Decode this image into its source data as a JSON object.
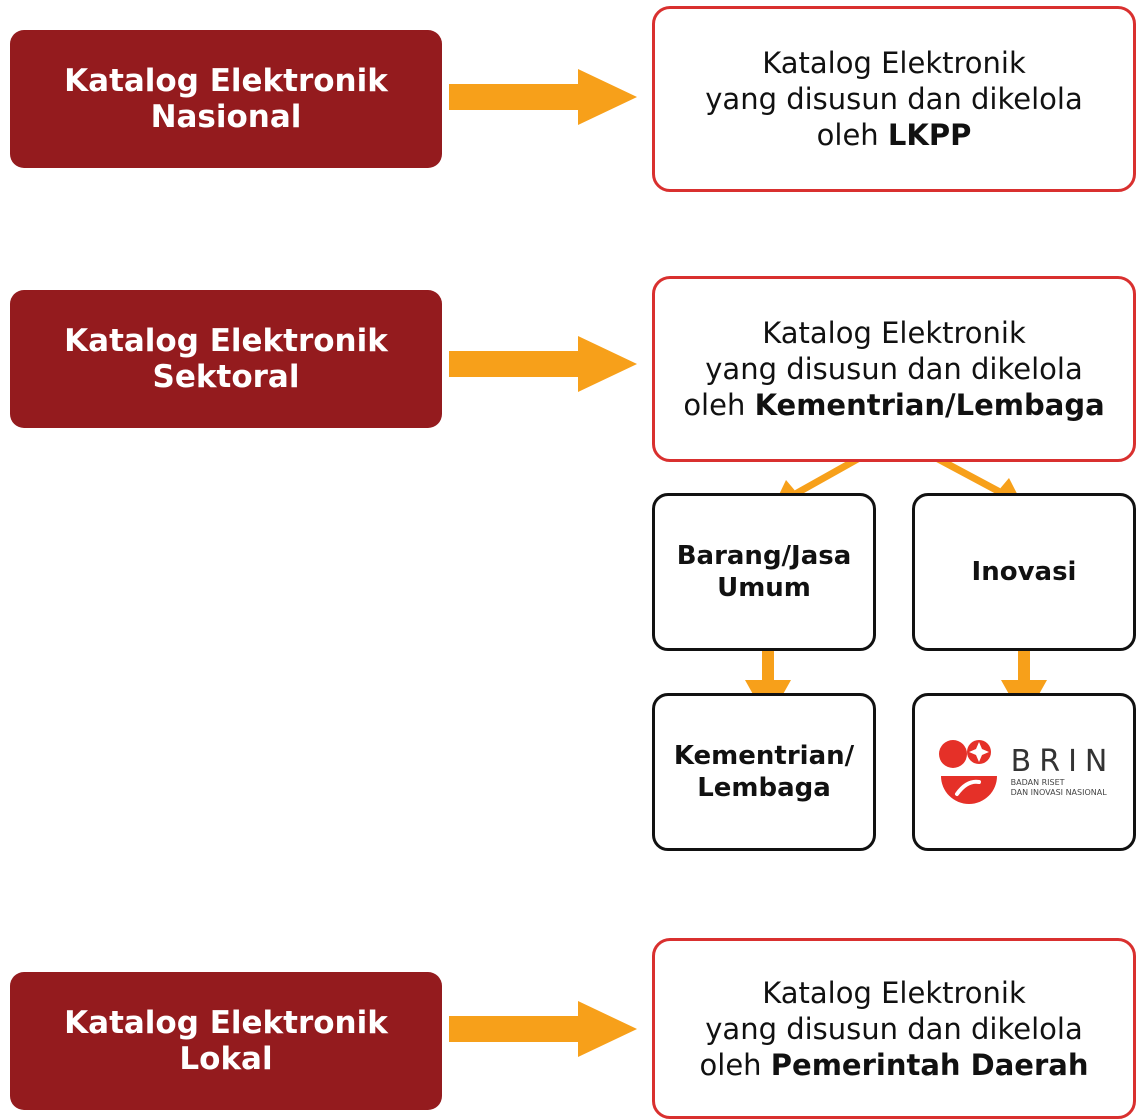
{
  "rows": [
    {
      "source": [
        "Katalog Elektronik",
        "Nasional"
      ],
      "target": {
        "line1": "Katalog Elektronik",
        "line2": "yang disusun dan dikelola",
        "line3_prefix": "oleh ",
        "line3_bold": "LKPP"
      }
    },
    {
      "source": [
        "Katalog Elektronik",
        "Sektoral"
      ],
      "target": {
        "line1": "Katalog Elektronik",
        "line2": "yang disusun dan dikelola",
        "line3_prefix": "oleh ",
        "line3_bold": "Kementrian/Lembaga"
      }
    },
    {
      "source": [
        "Katalog Elektronik",
        "Lokal"
      ],
      "target": {
        "line1": "Katalog Elektronik",
        "line2": "yang disusun dan dikelola",
        "line3_prefix": "oleh ",
        "line3_bold": "Pemerintah Daerah"
      }
    }
  ],
  "branches": {
    "left": {
      "category": [
        "Barang/Jasa",
        "Umum"
      ],
      "manager": [
        "Kementrian/",
        "Lembaga"
      ]
    },
    "right": {
      "category": [
        "Inovasi"
      ],
      "logo": {
        "word": "BRIN",
        "sub1": "BADAN RISET",
        "sub2": "DAN INOVASI NASIONAL"
      }
    }
  },
  "colors": {
    "source_fill": "#941b1e",
    "target_border": "#d9302f",
    "arrow": "#f7a01a",
    "logo_red": "#e53028"
  }
}
